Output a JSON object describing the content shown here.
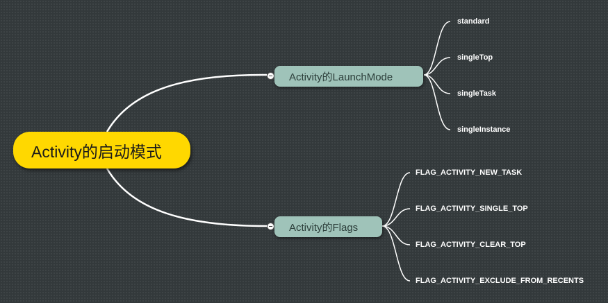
{
  "root": {
    "label": "Activity的启动模式"
  },
  "branches": [
    {
      "label": "Activity的LaunchMode",
      "children": [
        "standard",
        "singleTop",
        "singleTask",
        "singleInstance"
      ]
    },
    {
      "label": "Activity的Flags",
      "children": [
        "FLAG_ACTIVITY_NEW_TASK",
        "FLAG_ACTIVITY_SINGLE_TOP",
        "FLAG_ACTIVITY_CLEAR_TOP",
        "FLAG_ACTIVITY_EXCLUDE_FROM_RECENTS"
      ]
    }
  ],
  "colors": {
    "background": "#33393b",
    "root_fill": "#ffd800",
    "branch_fill": "#9fc3b9",
    "connector": "#ffffff"
  }
}
